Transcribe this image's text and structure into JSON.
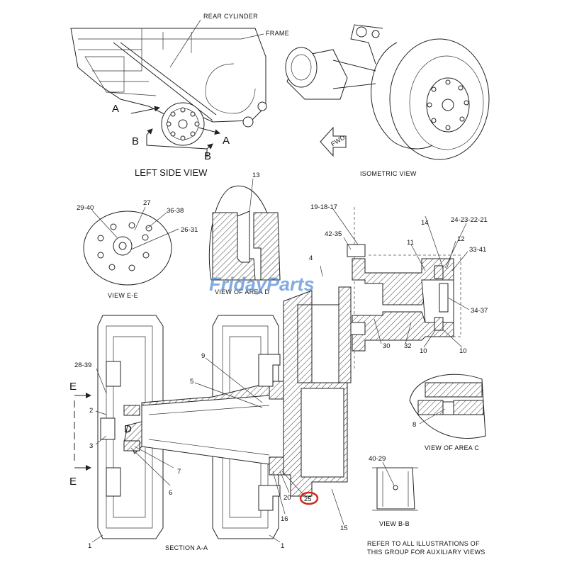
{
  "watermark": "FridayParts",
  "views": {
    "left_side": "LEFT SIDE VIEW",
    "isometric": "ISOMETRIC  VIEW",
    "view_ee": "VIEW  E-E",
    "view_area_d": "VIEW OF AREA D",
    "view_area_c": "VIEW OF AREA  C",
    "view_bb": "VIEW  B-B",
    "section_aa": "SECTION  A-A"
  },
  "callouts": {
    "rear_cylinder": "REAR CYLINDER",
    "frame": "FRAME",
    "fwd": "FWD",
    "a": "A",
    "b": "B",
    "c": "C",
    "d": "D",
    "e": "E"
  },
  "part_labels": {
    "p13": "13",
    "p29_40": "29-40",
    "p27": "27",
    "p36_38": "36-38",
    "p26_31": "26-31",
    "p19_18_17": "19-18-17",
    "p42_35": "42-35",
    "p4": "4",
    "p14": "14",
    "p24_21": "24-23-22-21",
    "p11": "11",
    "p12": "12",
    "p33_41": "33-41",
    "p34_37": "34-37",
    "p30": "30",
    "p32": "32",
    "p10a": "10",
    "p10b": "10",
    "p28_39": "28-39",
    "p9": "9",
    "p5": "5",
    "p2": "2",
    "p3": "3",
    "p7": "7",
    "p6": "6",
    "p1a": "1",
    "p1b": "1",
    "p20": "20",
    "p25": "25",
    "p16": "16",
    "p15": "15",
    "p8": "8",
    "p40_29": "40-29"
  },
  "footnote": {
    "line1": "REFER TO ALL ILLUSTRATIONS OF",
    "line2": "THIS GROUP FOR AUXILIARY VIEWS"
  },
  "colors": {
    "line": "#222222",
    "highlight": "#cc2a1a",
    "watermark_blue": "#5a8fd8",
    "watermark_gray": "#9aa3ad"
  }
}
